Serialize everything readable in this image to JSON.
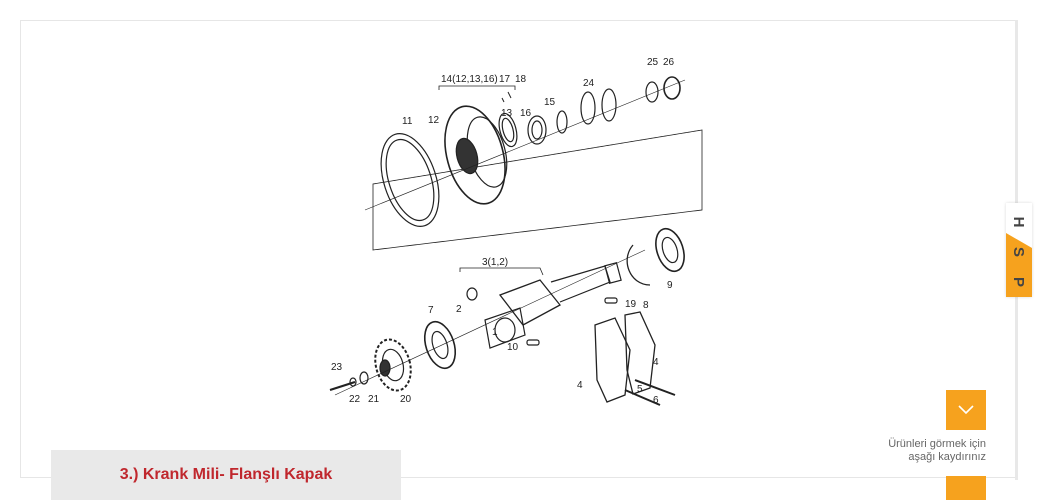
{
  "diagram": {
    "part_labels": [
      "1",
      "2",
      "3(1,2)",
      "4",
      "4",
      "5",
      "6",
      "7",
      "8",
      "9",
      "10",
      "11",
      "12",
      "13",
      "14(12,13,16)",
      "15",
      "16",
      "17",
      "18",
      "19",
      "20",
      "21",
      "22",
      "23",
      "24",
      "25",
      "26"
    ]
  },
  "caption": {
    "title": "3.) Krank Mili- Flanşlı Kapak"
  },
  "side_tab": {
    "letters": [
      "H",
      "S",
      "P"
    ],
    "accent_color": "#f6a21e"
  },
  "scroll_hint": {
    "line1": "Ürünleri görmek için",
    "line2": "aşağı kaydırınız",
    "icon": "chevron-down-icon",
    "accent_color": "#f6a21e"
  }
}
